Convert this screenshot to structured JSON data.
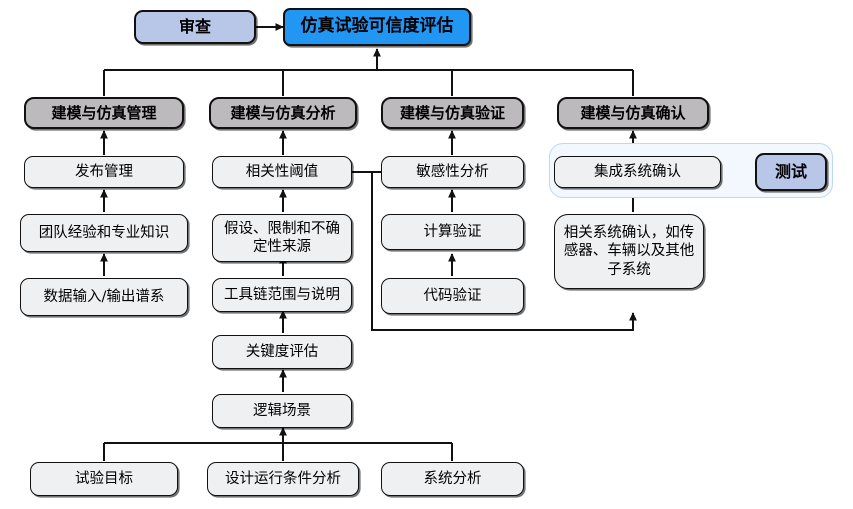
{
  "diagram": {
    "title_box": {
      "label": "仿真试验可信度评估"
    },
    "review_box": {
      "label": "审查"
    },
    "test_box": {
      "label": "测试"
    },
    "categories": [
      {
        "label": "建模与仿真管理"
      },
      {
        "label": "建模与仿真分析"
      },
      {
        "label": "建模与仿真验证"
      },
      {
        "label": "建模与仿真确认"
      }
    ],
    "column1": [
      {
        "label": "发布管理"
      },
      {
        "label": "团队经验和专业知识"
      },
      {
        "label": "数据输入/输出谱系"
      }
    ],
    "column2": [
      {
        "label": "相关性阈值"
      },
      {
        "label": "假设、限制和不确定性来源"
      },
      {
        "label": "工具链范围与说明"
      },
      {
        "label": "关键度评估"
      },
      {
        "label": "逻辑场景"
      }
    ],
    "column3": [
      {
        "label": "敏感性分析"
      },
      {
        "label": "计算验证"
      },
      {
        "label": "代码验证"
      }
    ],
    "column4": [
      {
        "label": "集成系统确认"
      },
      {
        "label": "相关系统确认，如传感器、车辆以及其他子系统"
      }
    ],
    "bottom_row": [
      {
        "label": "试验目标"
      },
      {
        "label": "设计运行条件分析"
      },
      {
        "label": "系统分析"
      }
    ],
    "colors": {
      "title_fill": "#2196f3",
      "pale_fill": "#b8c6e8",
      "category_fill": "#bdbabe",
      "leaf_fill": "#eff0f1",
      "halo_fill": "#f2f8fd",
      "halo_stroke": "#bcd8f2",
      "line": "#111111"
    }
  }
}
